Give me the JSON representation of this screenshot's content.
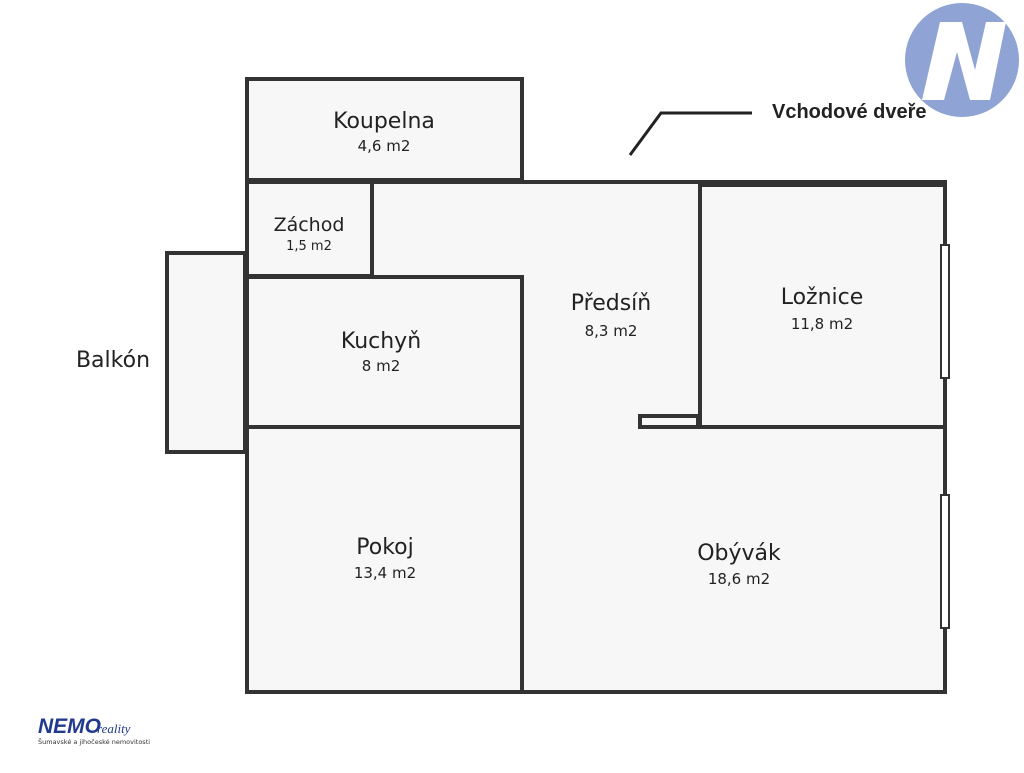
{
  "title": "Floor plan",
  "rooms": {
    "koupelna": {
      "name": "Koupelna",
      "area": "4,6 m2"
    },
    "zachod": {
      "name": "Záchod",
      "area": "1,5 m2"
    },
    "kuchyn": {
      "name": "Kuchyň",
      "area": "8 m2"
    },
    "predsin": {
      "name": "Předsíň",
      "area": "8,3 m2"
    },
    "loznice": {
      "name": "Ložnice",
      "area": "11,8 m2"
    },
    "pokoj": {
      "name": "Pokoj",
      "area": "13,4 m2"
    },
    "obyvak": {
      "name": "Obývák",
      "area": "18,6 m2"
    },
    "balkon": {
      "name": "Balkón"
    }
  },
  "entrance_label": "Vchodové dveře",
  "logo": {
    "brand": "NEMO",
    "suffix": "reality",
    "tagline": "Šumavské a jihočeské nemovitosti"
  },
  "colors": {
    "wall": "#333333",
    "floor": "#f7f7f7",
    "logo_blue": "#8fa3d4",
    "brand_navy": "#1f3a8f"
  }
}
